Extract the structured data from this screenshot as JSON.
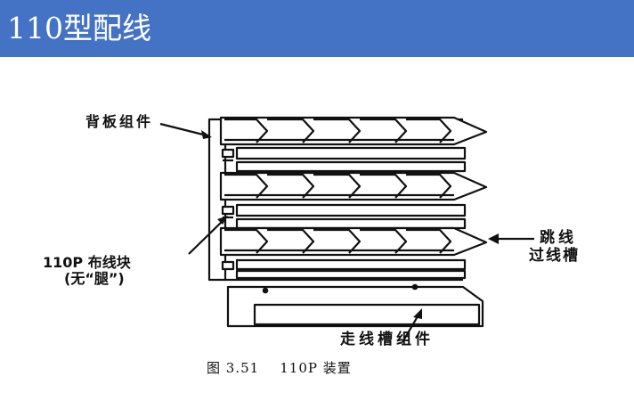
{
  "header": {
    "title": "110型配线"
  },
  "figure": {
    "labels": {
      "backboard": "背板组件",
      "block_line1": "110P 布线块",
      "block_line2": "(无“腿”)",
      "jumper_line1": "跳线",
      "jumper_line2": "过线槽",
      "trough": "走线槽组件"
    },
    "caption": "图 3.51    110P 装置"
  },
  "colors": {
    "header_bg": "#4472c4",
    "header_text": "#ffffff",
    "ink": "#111111"
  }
}
